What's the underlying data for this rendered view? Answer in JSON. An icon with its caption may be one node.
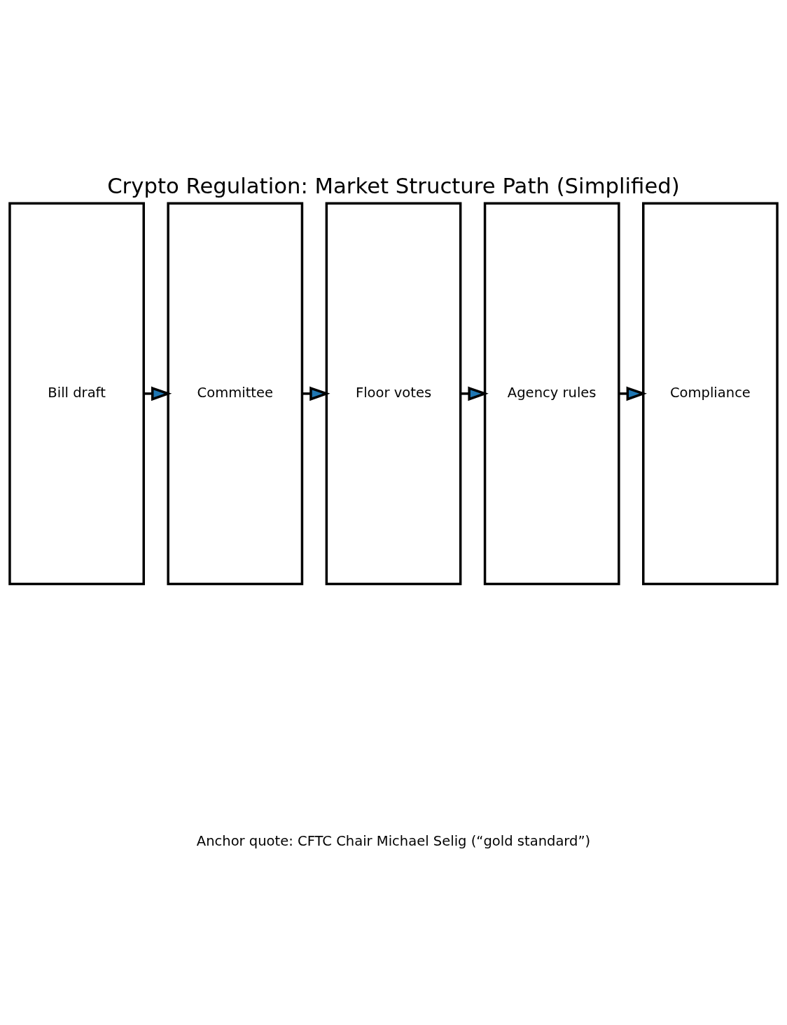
{
  "diagram": {
    "title": "Crypto Regulation: Market Structure Path (Simplified)",
    "caption": "Anchor quote: CFTC Chair Michael Selig (“gold standard”)",
    "nodes": [
      {
        "text": [
          "Bill draft"
        ]
      },
      {
        "text": [
          "Committee"
        ]
      },
      {
        "text": [
          "Floor votes"
        ]
      },
      {
        "text": [
          "Agency rules"
        ]
      },
      {
        "text": [
          "Compliance"
        ]
      }
    ],
    "edges": [
      {
        "from": 0,
        "to": 1,
        "arrow": "to"
      },
      {
        "from": 1,
        "to": 2,
        "arrow": "to"
      },
      {
        "from": 2,
        "to": 3,
        "arrow": "to"
      },
      {
        "from": 3,
        "to": 4,
        "arrow": "to"
      }
    ]
  }
}
